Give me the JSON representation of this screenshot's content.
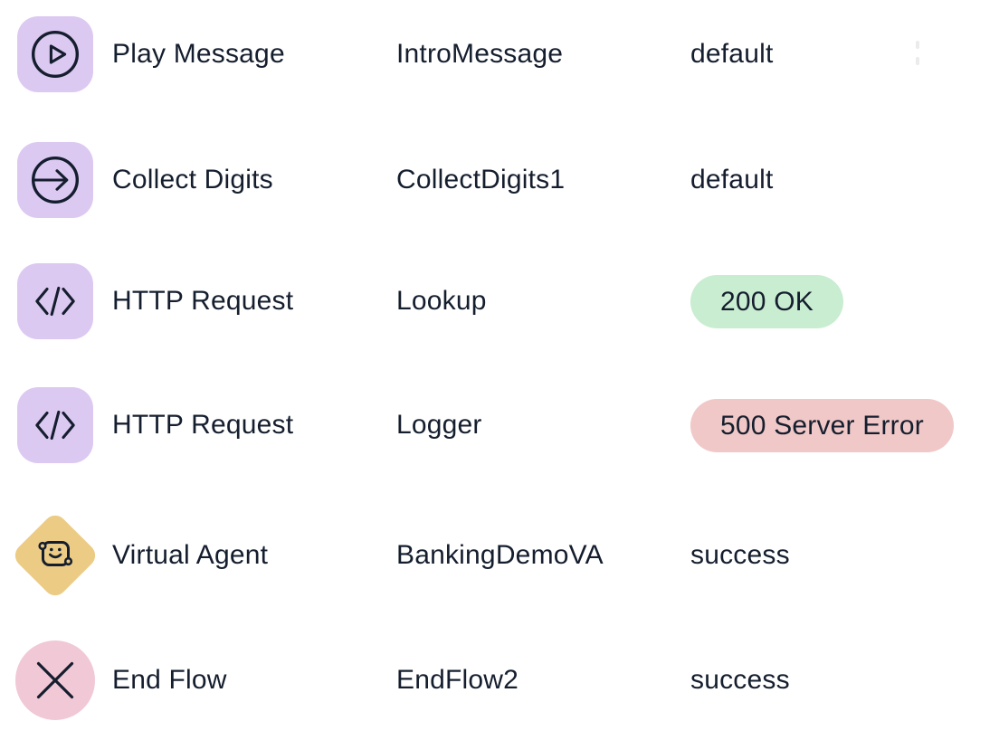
{
  "colors": {
    "node_tile_purple": "#DCC9F2",
    "node_diamond_gold": "#ECCB84",
    "node_circle_pink": "#F1C8D5",
    "badge_success_green": "#C9EDD1",
    "badge_error_red": "#F0C8C7",
    "text_ink": "#151E2E",
    "background": "#FFFFFF"
  },
  "rows": [
    {
      "icon": "play-icon",
      "label": "Play Message",
      "name": "IntroMessage",
      "status": {
        "text": "default",
        "variant": "plain"
      }
    },
    {
      "icon": "arrow-right-icon",
      "label": "Collect Digits",
      "name": "CollectDigits1",
      "status": {
        "text": "default",
        "variant": "plain"
      }
    },
    {
      "icon": "code-icon",
      "label": "HTTP Request",
      "name": "Lookup",
      "status": {
        "text": "200 OK",
        "variant": "success-pill"
      }
    },
    {
      "icon": "code-icon",
      "label": "HTTP Request",
      "name": "Logger",
      "status": {
        "text": "500 Server Error",
        "variant": "error-pill"
      }
    },
    {
      "icon": "bot-icon",
      "label": "Virtual Agent",
      "name": "BankingDemoVA",
      "status": {
        "text": "success",
        "variant": "plain"
      }
    },
    {
      "icon": "x-icon",
      "label": "End Flow",
      "name": "EndFlow2",
      "status": {
        "text": "success",
        "variant": "plain"
      }
    }
  ]
}
